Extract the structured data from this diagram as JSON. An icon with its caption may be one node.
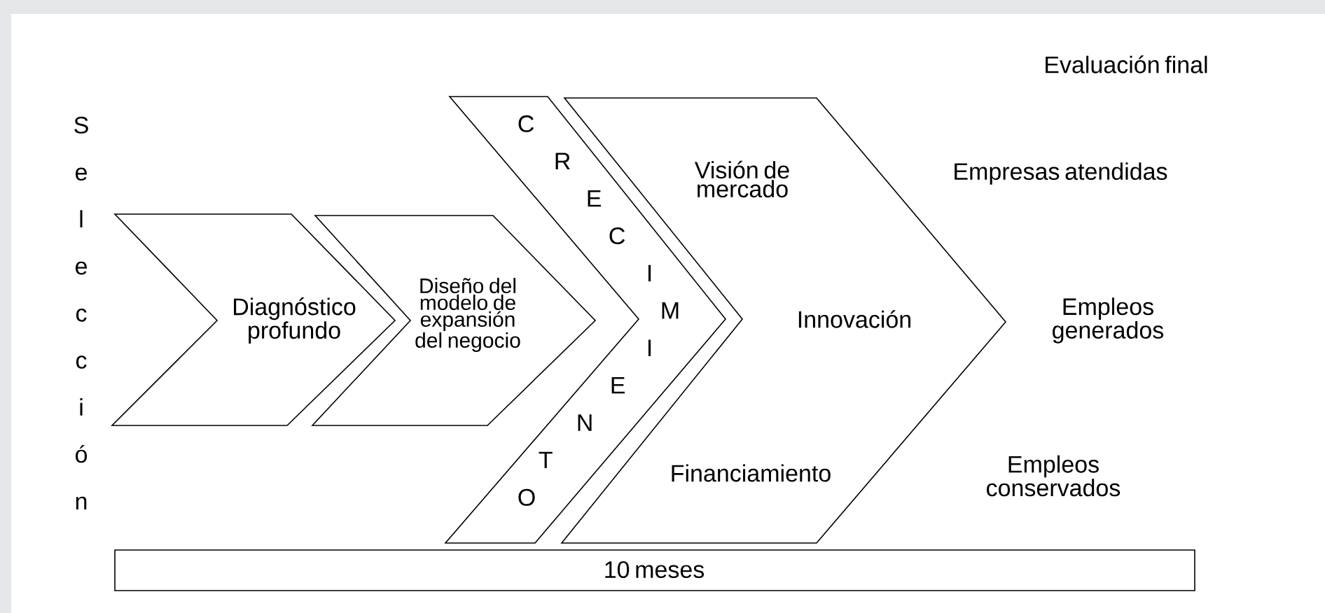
{
  "diagram": {
    "nodes": [
      {
        "text": [
          "Diagnóstico profundo"
        ]
      },
      {
        "text": [
          "Diseño del modelo de expansión del negocio"
        ]
      },
      {
        "text": [
          "CRECIMIENTO"
        ]
      },
      {
        "text": [
          "Visión de mercado",
          "Innovación",
          "Financiamiento"
        ]
      },
      {
        "text": [
          "10 meses"
        ]
      }
    ],
    "edges": [],
    "labels": [
      "Evaluación final",
      "Selección",
      "Empresas atendidas",
      "Empleos generados",
      "Empleos conservados"
    ]
  }
}
